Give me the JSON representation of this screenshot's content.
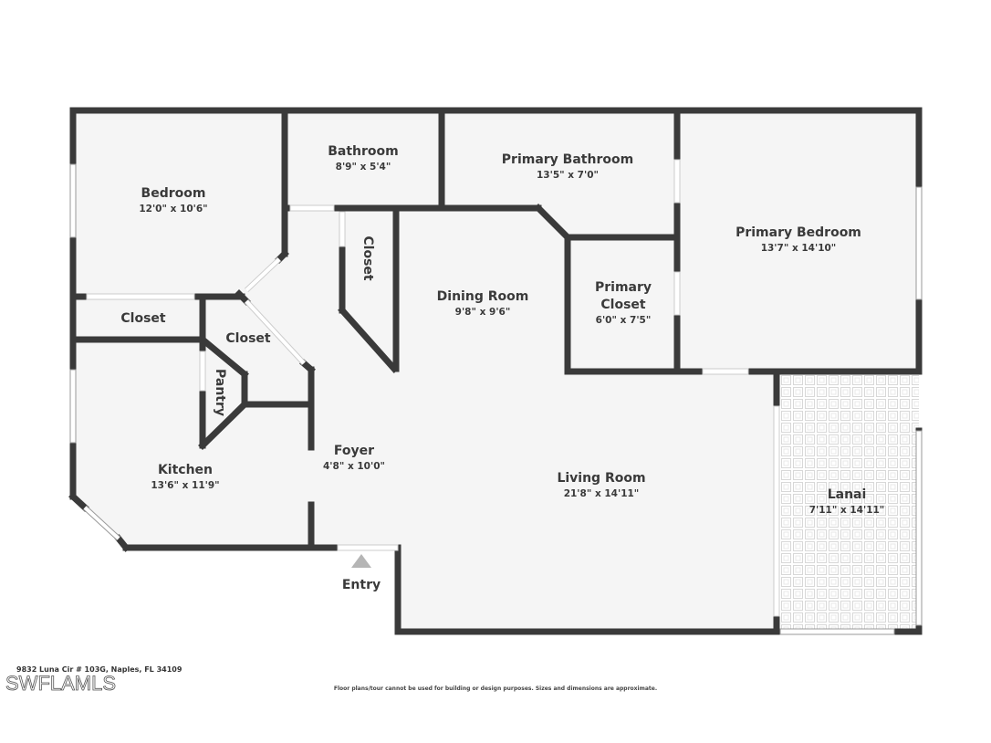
{
  "floorplan": {
    "address": "9832 Luna Cir # 103G, Naples, FL 34109",
    "watermark": "SWFLAMLS",
    "disclaimer": "Floor plans/tour cannot be used for building or design purposes. Sizes and dimensions are approximate.",
    "entry_label": "Entry",
    "colors": {
      "wall": "#3a3a3a",
      "floor": "#f5f5f5",
      "window": "#ffffff",
      "entry_arrow": "#b5b5b5",
      "text": "#3a3a3a"
    },
    "rooms": {
      "bedroom": {
        "name": "Bedroom",
        "dim": "12'0\" x 10'6\""
      },
      "bathroom": {
        "name": "Bathroom",
        "dim": "8'9\" x 5'4\""
      },
      "primary_bathroom": {
        "name": "Primary Bathroom",
        "dim": "13'5\" x 7'0\""
      },
      "primary_bedroom": {
        "name": "Primary Bedroom",
        "dim": "13'7\" x 14'10\""
      },
      "closet_hall": {
        "name": "Closet"
      },
      "closet_left": {
        "name": "Closet"
      },
      "closet_mid": {
        "name": "Closet"
      },
      "pantry": {
        "name": "Pantry"
      },
      "dining_room": {
        "name": "Dining Room",
        "dim": "9'8\" x 9'6\""
      },
      "primary_closet": {
        "name_line1": "Primary",
        "name_line2": "Closet",
        "dim": "6'0\" x 7'5\""
      },
      "kitchen": {
        "name": "Kitchen",
        "dim": "13'6\" x 11'9\""
      },
      "foyer": {
        "name": "Foyer",
        "dim": "4'8\" x 10'0\""
      },
      "living_room": {
        "name": "Living Room",
        "dim": "21'8\" x 14'11\""
      },
      "lanai": {
        "name": "Lanai",
        "dim": "7'11\" x 14'11\""
      }
    }
  }
}
